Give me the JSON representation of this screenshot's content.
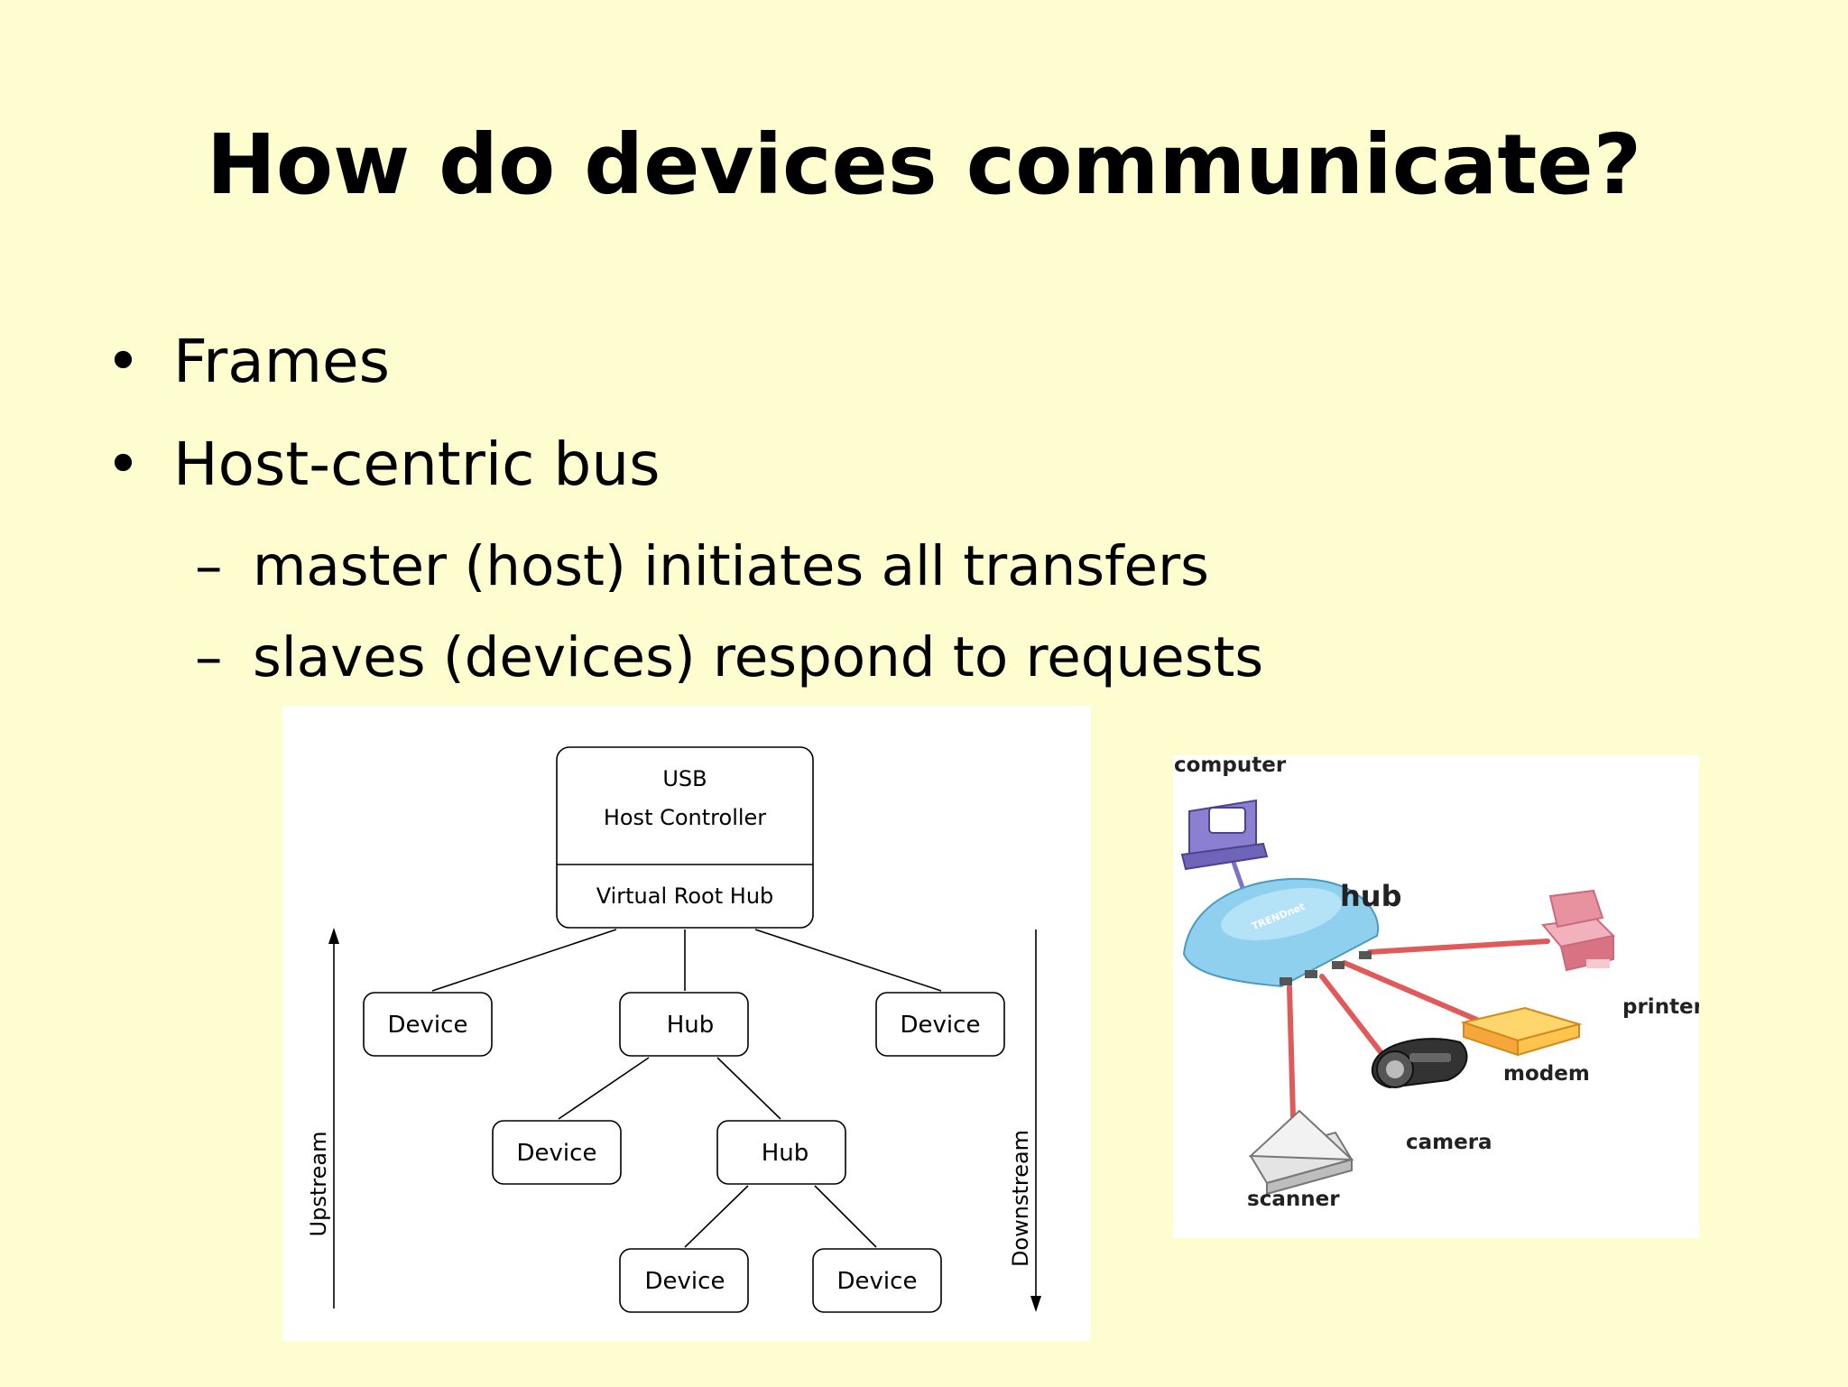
{
  "slide": {
    "title": "How do devices communicate?",
    "bullets": [
      {
        "mark": "•",
        "text": "Frames"
      },
      {
        "mark": "•",
        "text": "Host-centric bus"
      }
    ],
    "subbullets": [
      {
        "mark": "–",
        "text": "master (host) initiates all transfers"
      },
      {
        "mark": "–",
        "text": "slaves (devices) respond to requests"
      }
    ]
  },
  "tree_diagram": {
    "root_line1": "USB",
    "root_line2": "Host Controller",
    "root_hub": "Virtual Root Hub",
    "nodes": [
      "Device",
      "Hub",
      "Device",
      "Device",
      "Hub",
      "Device",
      "Device"
    ],
    "upstream": "Upstream",
    "downstream": "Downstream"
  },
  "network_photo": {
    "computer": "computer",
    "hub": "hub",
    "hub_brand": "TRENDnet",
    "printer": "printer",
    "modem": "modem",
    "camera": "camera",
    "scanner": "scanner"
  },
  "colors": {
    "background": "#fefdd0",
    "cable": "#e05a5a",
    "hub_body": "#8fd0ee",
    "computer": "#8a7fd0"
  }
}
